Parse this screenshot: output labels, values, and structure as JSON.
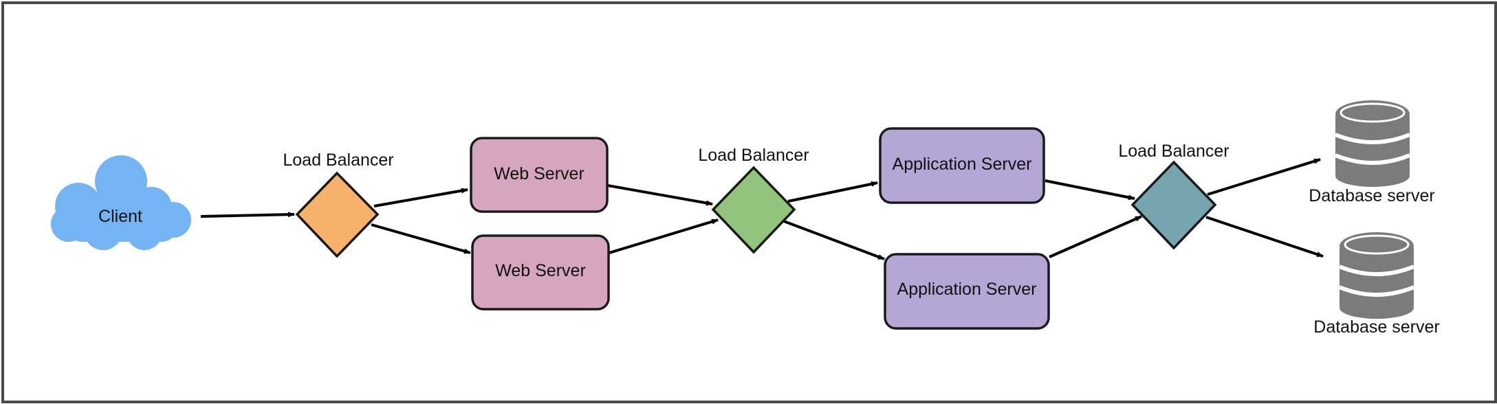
{
  "diagram": {
    "nodes": {
      "client": {
        "label": "Client",
        "color": "#74b4f2"
      },
      "lb1": {
        "label": "Load Balancer",
        "color": "#f6b26b"
      },
      "web1": {
        "label": "Web Server",
        "color": "#d5a6bd"
      },
      "web2": {
        "label": "Web Server",
        "color": "#d5a6bd"
      },
      "lb2": {
        "label": "Load Balancer",
        "color": "#93c47d"
      },
      "app1": {
        "label": "Application Server",
        "color": "#b4a7d6"
      },
      "app2": {
        "label": "Application Server",
        "color": "#b4a7d6"
      },
      "lb3": {
        "label": "Load Balancer",
        "color": "#76a5af"
      },
      "db1": {
        "label": "Database server",
        "color": "#7b7b7b"
      },
      "db2": {
        "label": "Database server",
        "color": "#7b7b7b"
      }
    },
    "edges": [
      [
        "client",
        "lb1"
      ],
      [
        "lb1",
        "web1"
      ],
      [
        "lb1",
        "web2"
      ],
      [
        "web1",
        "lb2"
      ],
      [
        "web2",
        "lb2"
      ],
      [
        "lb2",
        "app1"
      ],
      [
        "lb2",
        "app2"
      ],
      [
        "app1",
        "lb3"
      ],
      [
        "app2",
        "lb3"
      ],
      [
        "lb3",
        "db1"
      ],
      [
        "lb3",
        "db2"
      ]
    ]
  }
}
